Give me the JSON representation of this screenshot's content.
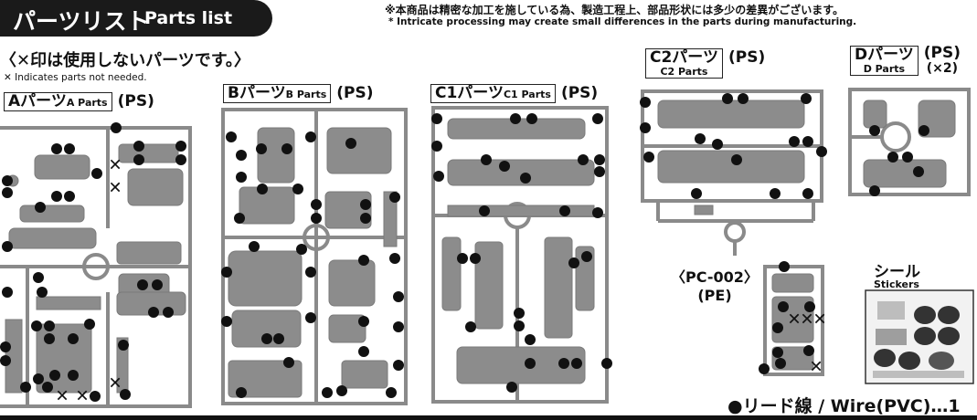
{
  "header": {
    "title_jp": "パーツリスト",
    "title_en": "Parts list",
    "note_jp": "※本商品は精密な加工を施している為、製造工程上、部品形状には多少の差異がございます。",
    "note_en": "* Intricate processing may create small differences in the parts during manufacturing."
  },
  "legend": {
    "mark_jp": "〈✕印は使用しないパーツです。〉",
    "mark_en": "✕ Indicates parts not needed."
  },
  "runners": {
    "a": {
      "label_jp": "Aパーツ",
      "label_en": "A Parts",
      "material": "(PS)"
    },
    "b": {
      "label_jp": "Bパーツ",
      "label_en": "B Parts",
      "material": "(PS)"
    },
    "c1": {
      "label_jp": "C1パーツ",
      "label_en": "C1 Parts",
      "material": "(PS)"
    },
    "c2": {
      "label_jp": "C2パーツ",
      "label_en": "C2 Parts",
      "material": "(PS)"
    },
    "d": {
      "label_jp": "Dパーツ",
      "label_en": "D Parts",
      "material": "(PS)",
      "qty": "(×2)"
    },
    "pc": {
      "label": "〈PC-002〉",
      "material": "(PE)"
    }
  },
  "stickers": {
    "label_jp": "シール",
    "label_en": "Stickers"
  },
  "wire": {
    "text": "●リード線 / Wire(PVC)…1"
  },
  "not_needed_mark": "✕"
}
